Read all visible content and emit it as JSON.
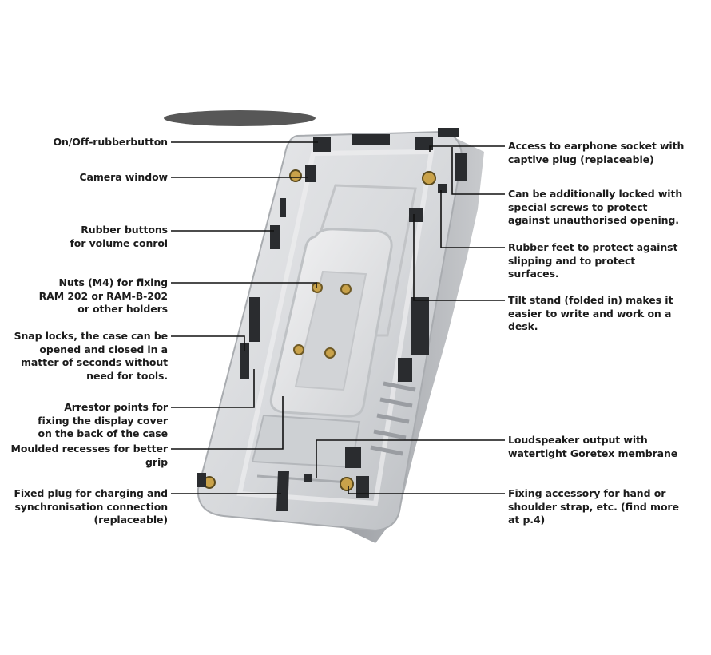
{
  "callouts_left": [
    {
      "id": "on-off-rubberbutton",
      "text": "On/Off-rubberbutton"
    },
    {
      "id": "camera-window",
      "text": "Camera window"
    },
    {
      "id": "rubber-buttons-volume",
      "text": "Rubber buttons\nfor volume conrol"
    },
    {
      "id": "nuts-m4",
      "text": "Nuts (M4) for fixing\nRAM 202 or RAM-B-202\nor other holders"
    },
    {
      "id": "snap-locks",
      "text": "Snap locks,  the case can be\nopened and closed in a\nmatter of seconds without\nneed for tools."
    },
    {
      "id": "arrestor-points",
      "text": "Arrestor points for\nfixing the display cover\non the back of the case"
    },
    {
      "id": "moulded-recesses",
      "text": "Moulded recesses for better\ngrip"
    },
    {
      "id": "fixed-plug",
      "text": "Fixed plug for charging and\nsynchronisation connection\n(replaceable)"
    }
  ],
  "callouts_right": [
    {
      "id": "earphone-socket",
      "text": "Access to earphone socket with\ncaptive plug (replaceable)"
    },
    {
      "id": "special-screws",
      "text": "Can be additionally locked with\nspecial screws to protect\nagainst unauthorised opening."
    },
    {
      "id": "rubber-feet",
      "text": "Rubber feet to protect against\nslipping and to protect\nsurfaces."
    },
    {
      "id": "tilt-stand",
      "text": "Tilt stand (folded in) makes it\neasier to write and work on a\ndesk."
    },
    {
      "id": "loudspeaker-output",
      "text": "Loudspeaker output with\nwatertight Goretex membrane"
    },
    {
      "id": "fixing-accessory",
      "text": "Fixing accessory for hand or\nshoulder strap, etc. (find more\nat p.4)"
    }
  ],
  "colors": {
    "case_body": "#d9dadc",
    "case_shadow": "#8f9296",
    "case_edge": "#b9bcc0",
    "rubber_dark": "#2a2c2f",
    "nut_gold": "#c9a24a",
    "leader_line": "#111111",
    "text": "#1c1c1c"
  }
}
